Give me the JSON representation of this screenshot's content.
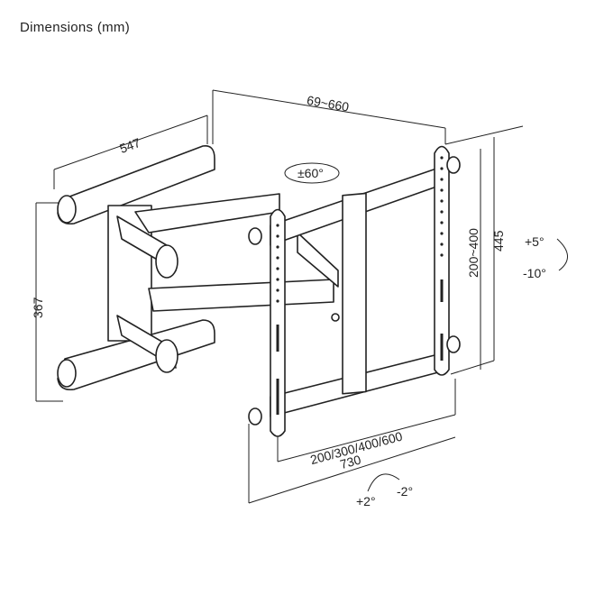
{
  "title": "Dimensions (mm)",
  "labels": {
    "wall_plate_width": "547",
    "extension": "69~660",
    "swivel": "±60°",
    "wall_plate_height": "367",
    "vertical_vesa": "200~400",
    "tv_bracket_height": "445",
    "tilt_up": "+5°",
    "tilt_down": "-10°",
    "horizontal_vesa": "200/300/400/600",
    "tv_bracket_width": "730",
    "level_plus": "+2°",
    "level_minus": "-2°"
  }
}
